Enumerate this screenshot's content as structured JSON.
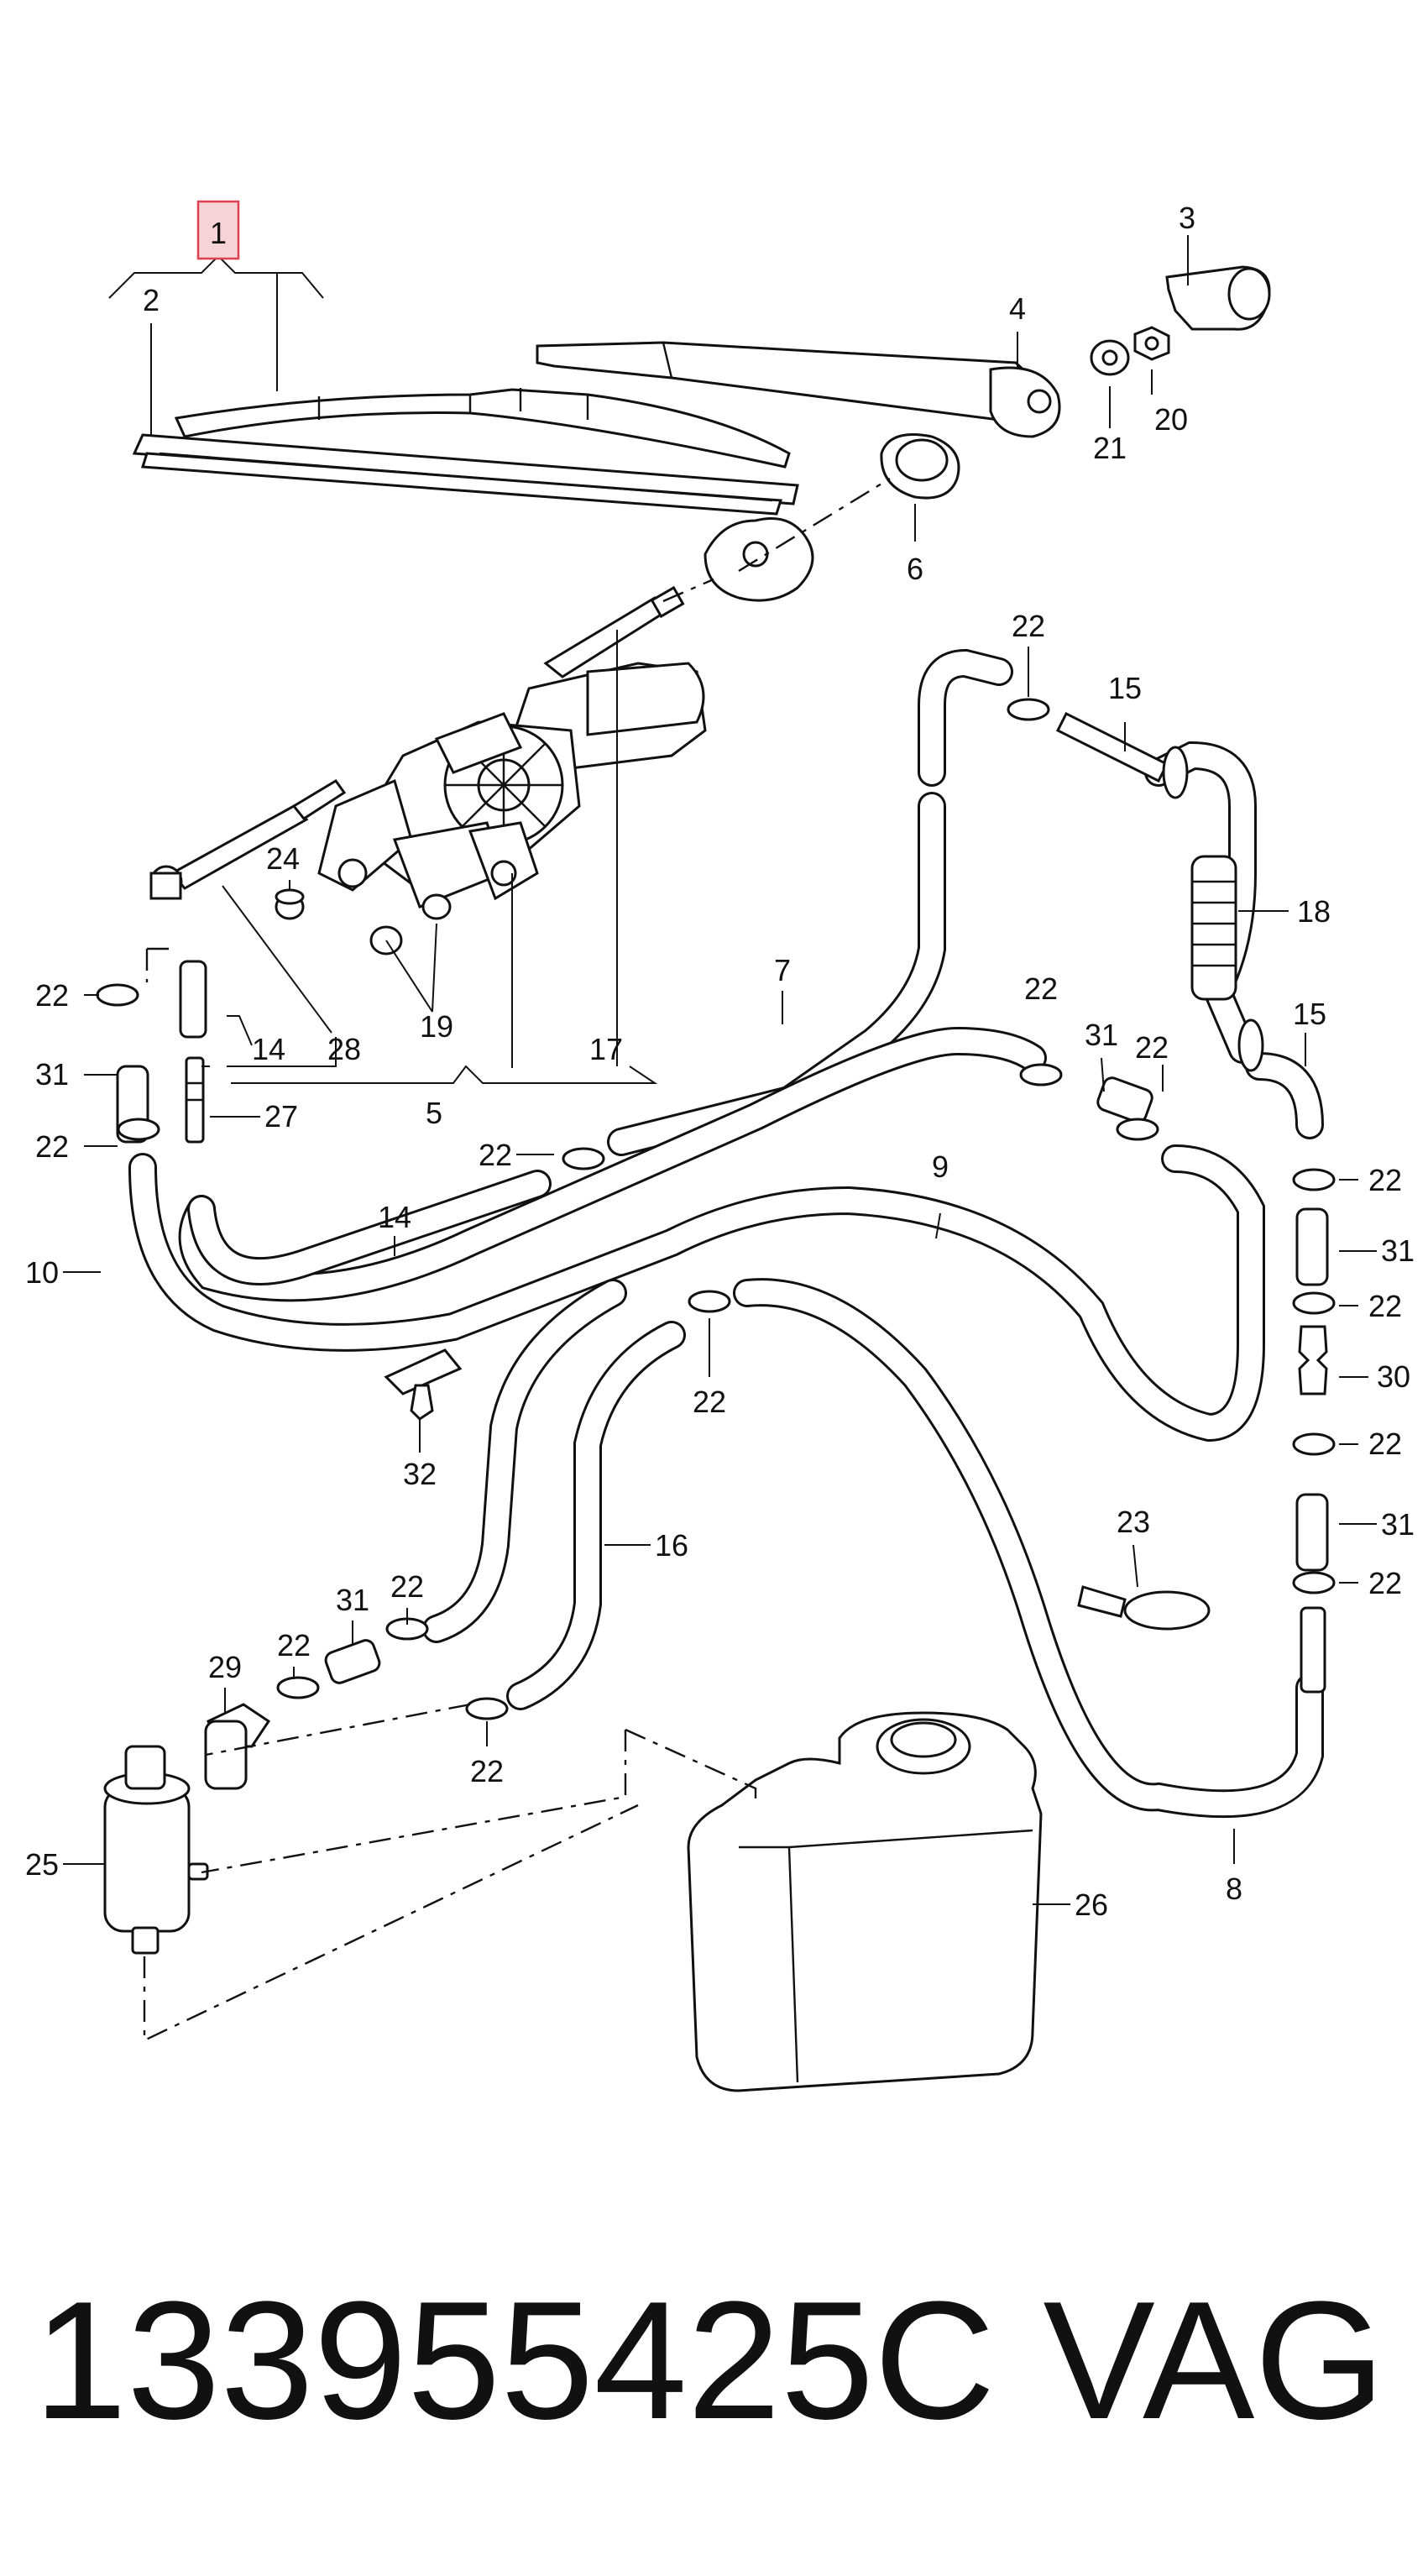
{
  "diagram": {
    "callouts": [
      "1",
      "2",
      "3",
      "4",
      "20",
      "21",
      "6",
      "22",
      "15",
      "18",
      "24",
      "28",
      "14",
      "19",
      "17",
      "5",
      "7",
      "31",
      "27",
      "10",
      "9",
      "30",
      "32",
      "23",
      "16",
      "29",
      "25",
      "26",
      "8"
    ],
    "part_number": "133955425C",
    "brand": "VAG",
    "highlight_color": "#e04050"
  }
}
